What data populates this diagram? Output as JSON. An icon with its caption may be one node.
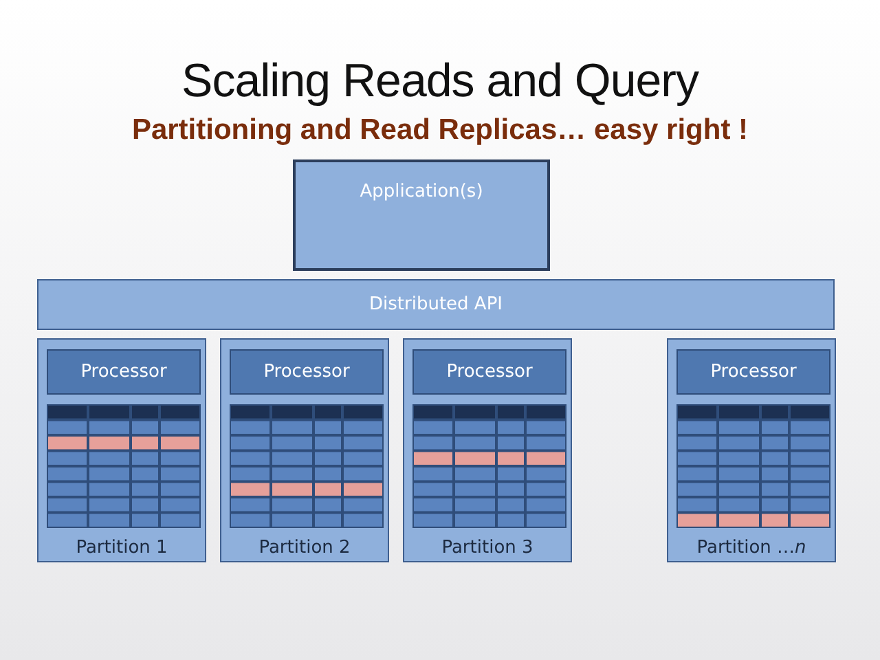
{
  "diagram": {
    "title": "Scaling Reads and Query",
    "caption": "Partitioning and Read Replicas… easy right !",
    "nodes": [
      {
        "text": [
          "Application(s)"
        ]
      },
      {
        "text": [
          "Distributed API"
        ]
      },
      {
        "text": [
          "Partition 1"
        ]
      },
      {
        "text": [
          "Processor"
        ],
        "in": 2
      },
      {
        "text": [
          "Partition 2"
        ]
      },
      {
        "text": [
          "Processor"
        ],
        "in": 4
      },
      {
        "text": [
          "Partition 3"
        ]
      },
      {
        "text": [
          "Processor"
        ],
        "in": 6
      },
      {
        "text": [
          "Partition …*n*"
        ]
      },
      {
        "text": [
          "Processor"
        ],
        "in": 8
      }
    ]
  }
}
